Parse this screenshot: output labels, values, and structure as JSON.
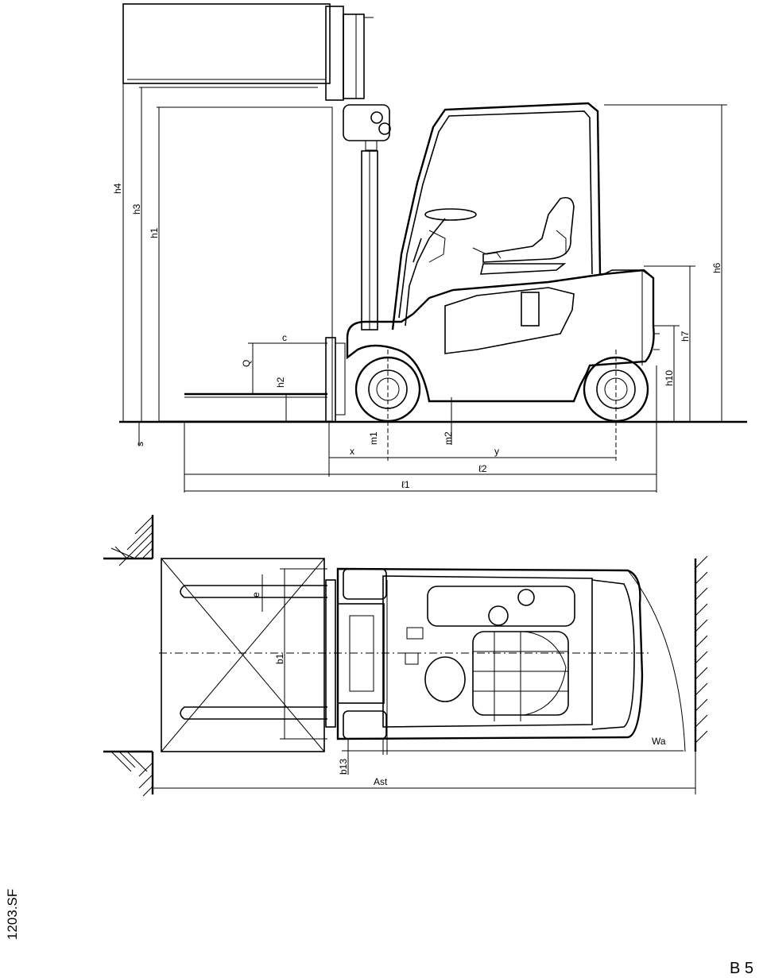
{
  "side_view": {
    "labels": {
      "h4": "h4",
      "h3": "h3",
      "h1": "h1",
      "s": "s",
      "c": "c",
      "q": "Q",
      "h2": "h2",
      "h6": "h6",
      "h7": "h7",
      "h10": "h10",
      "m1": "m1",
      "m2": "m2",
      "x": "x",
      "y": "y",
      "l2": "ℓ2",
      "l1": "ℓ1"
    }
  },
  "top_view": {
    "labels": {
      "e": "e",
      "b1": "b1",
      "b13": "b13",
      "ast": "Ast",
      "wa": "Wa"
    }
  },
  "footer": {
    "doc_code": "1203.SF",
    "page_ref": "B 5"
  }
}
